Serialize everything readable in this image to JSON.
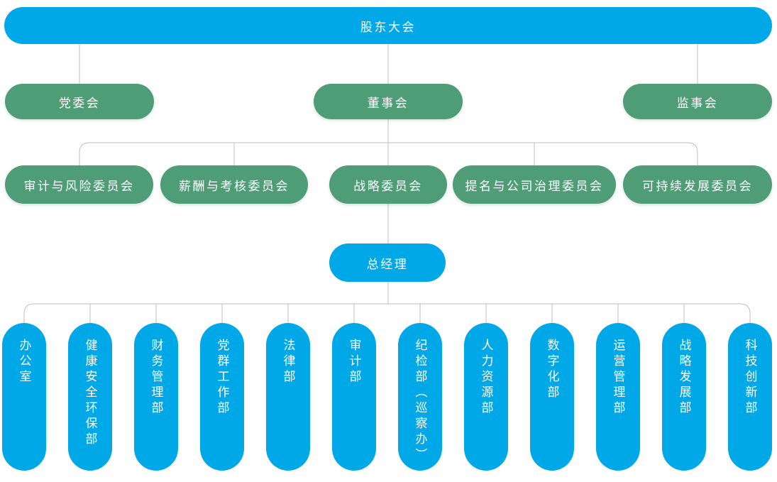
{
  "colors": {
    "blue": "#00a8e8",
    "green": "#4e9d77",
    "line": "#bfbfbf",
    "text": "#ffffff",
    "background": "#ffffff"
  },
  "org": {
    "level1": {
      "label": "股东大会"
    },
    "level2": [
      {
        "label": "党委会"
      },
      {
        "label": "董事会"
      },
      {
        "label": "监事会"
      }
    ],
    "committees": [
      {
        "label": "审计与风险委员会"
      },
      {
        "label": "薪酬与考核委员会"
      },
      {
        "label": "战略委员会"
      },
      {
        "label": "提名与公司治理委员会"
      },
      {
        "label": "可持续发展委员会"
      }
    ],
    "general_manager": {
      "label": "总经理"
    },
    "departments": [
      {
        "label": "办公室"
      },
      {
        "label": "健康安全环保部"
      },
      {
        "label": "财务管理部"
      },
      {
        "label": "党群工作部"
      },
      {
        "label": "法律部"
      },
      {
        "label": "审计部"
      },
      {
        "label": "纪检部（巡察办）"
      },
      {
        "label": "人力资源部"
      },
      {
        "label": "数字化部"
      },
      {
        "label": "运营管理部"
      },
      {
        "label": "战略发展部"
      },
      {
        "label": "科技创新部"
      }
    ]
  }
}
